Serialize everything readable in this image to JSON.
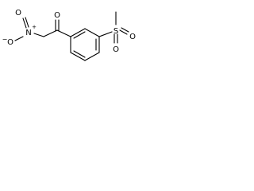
{
  "molecule": {
    "atom_labels": {
      "nitro_o_top": "O",
      "nitro_n_charge": "+",
      "nitro_n": "N",
      "nitro_o_bottom": "O",
      "nitro_o_bottom_charge": "−",
      "ketone_o": "O",
      "sulfur": "S",
      "sulfonyl_o_right": "O",
      "sulfonyl_o_bottom": "O"
    },
    "colors": {
      "bond": "#000000",
      "label": "#000000",
      "background": "#ffffff"
    }
  }
}
